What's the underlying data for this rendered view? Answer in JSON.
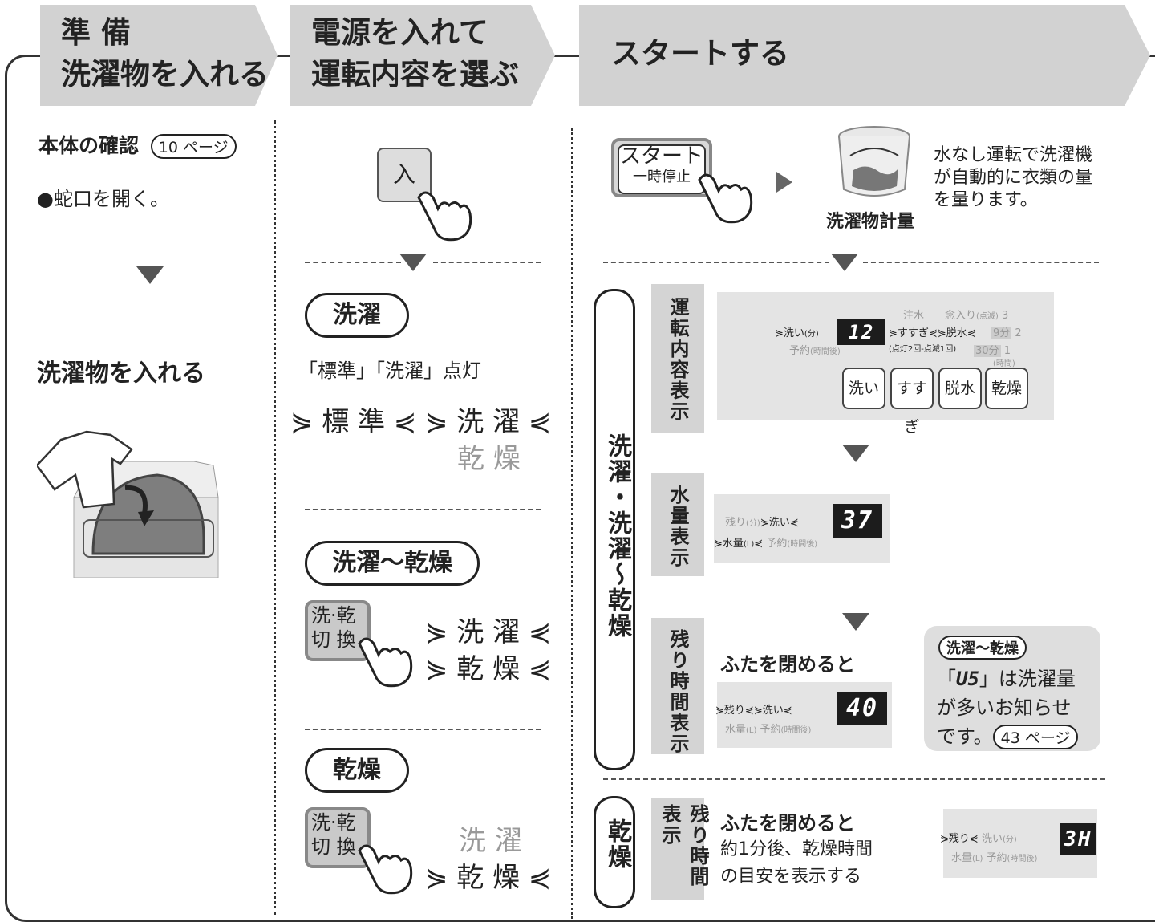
{
  "headers": {
    "step1": {
      "line1": "準 備",
      "line2": "洗濯物を入れる"
    },
    "step2": {
      "line1": "電源を入れて",
      "line2": "運転内容を選ぶ"
    },
    "step3": {
      "line1": "スタートする"
    }
  },
  "col1": {
    "check_title": "本体の確認",
    "check_ref": "10 ページ",
    "faucet": "●蛇口を開く。",
    "load_title": "洗濯物を入れる"
  },
  "col2": {
    "power_button": "入",
    "wash": {
      "pill": "洗濯",
      "note": "「標準」「洗濯」点灯",
      "lit1": "標 準",
      "lit2": "洗 濯",
      "unlit": "乾 燥"
    },
    "washdry": {
      "pill": "洗濯〜乾燥",
      "button_line1": "洗·乾",
      "button_line2": "切 換",
      "lit1": "洗 濯",
      "lit2": "乾 燥"
    },
    "dry": {
      "pill": "乾燥",
      "button_line1": "洗·乾",
      "button_line2": "切 換",
      "unlit": "洗 濯",
      "lit": "乾 燥"
    }
  },
  "col3": {
    "start_button_line1": "スタート",
    "start_button_line2": "一時停止",
    "measure_label": "洗濯物計量",
    "measure_desc": [
      "水なし運転で洗濯機",
      "が自動的に衣類の量",
      "を量ります。"
    ],
    "wash_side_label": "洗濯・洗濯〜乾燥",
    "dry_side_label": "乾燥",
    "panel1": {
      "label": "運転内容表示",
      "lcd": "12",
      "wash": "洗い",
      "wash_unit": "(分)",
      "reserve": "予約",
      "reserve_unit": "(時間後)",
      "rinse": "すすぎ",
      "spin": "脱水",
      "note": "(点灯2回-点滅1回)",
      "water": "注水",
      "quick": "念入り",
      "blink": "(点滅)",
      "levels": [
        "3",
        "2",
        "1"
      ],
      "time_30": "30分",
      "time_9": "9分",
      "hours": "(時間)",
      "buttons": [
        "洗い",
        "すすぎ",
        "脱水",
        "乾燥"
      ]
    },
    "panel2": {
      "label": "水量表示",
      "lcd": "37",
      "remain": "残り",
      "remain_unit": "(分)",
      "wash": "洗い",
      "water": "水量",
      "water_unit": "(L)",
      "reserve": "予約",
      "reserve_unit": "(時間後)"
    },
    "panel3": {
      "label": "残り時間表示",
      "close_lid": "ふたを閉めると",
      "lcd": "40",
      "remain": "残り",
      "wash": "洗い",
      "water": "水量",
      "water_unit": "(L)",
      "reserve": "予約",
      "reserve_unit": "(時間後)"
    },
    "note_box": {
      "title": "洗濯〜乾燥",
      "line1_prefix": "「",
      "code": "U5",
      "line1_suffix": "」は洗濯量",
      "line2": "が多いお知らせ",
      "line3": "です。",
      "ref": "43 ページ"
    },
    "panel4": {
      "label": "残り時間表示",
      "close_lid": "ふたを閉めると",
      "desc1": "約1分後、乾燥時間",
      "desc2": "の目安を表示する",
      "lcd": "3H",
      "remain": "残り",
      "wash": "洗い",
      "wash_unit": "(分)",
      "water": "水量",
      "water_unit": "(L)",
      "reserve": "予約",
      "reserve_unit": "(時間後)"
    }
  }
}
